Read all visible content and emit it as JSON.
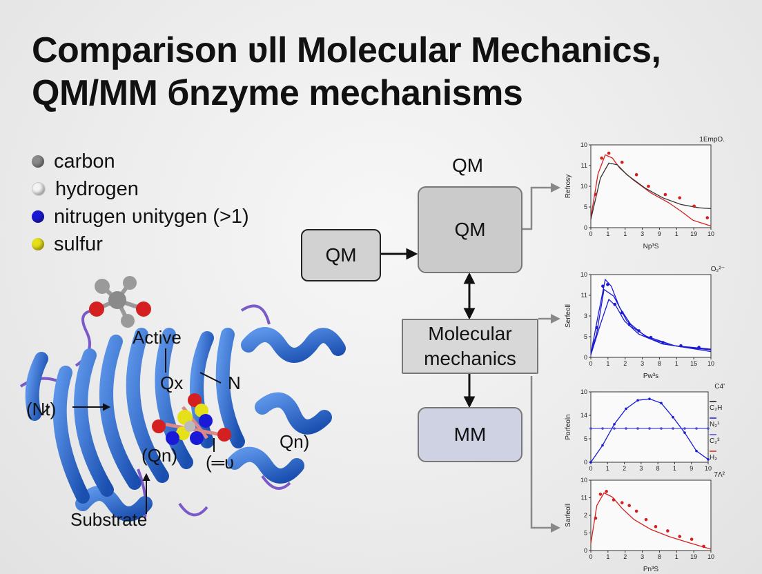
{
  "title_line1": "Comparison ʋll Molecular Mechanics,",
  "title_line2": "QM/MM бnzyme mechanisms",
  "legend": [
    {
      "label": "carbon",
      "color": "#8a8a8a"
    },
    {
      "label": "hydrogen",
      "color": "#f4f4f4"
    },
    {
      "label": "nitrugen ʋnitygen (>1)",
      "color": "#1a1ad6"
    },
    {
      "label": "sulfur",
      "color": "#e6e01a"
    }
  ],
  "protein_labels": {
    "active": "Active",
    "qx": "Qx",
    "n": "N",
    "nt": "(N̷t)",
    "qn_left": "(Qn)",
    "qn_right": "Qn)",
    "ha": "(═ʋ",
    "substrate": "Substrate"
  },
  "flow": {
    "qm_top_label": "QM",
    "qm_center": "QM",
    "qm_left": "QM",
    "mm_box": "Molecular mechanics",
    "mm_bottom": "MM"
  },
  "chart_data": [
    {
      "type": "line",
      "title": "1EmpO.",
      "xlabel": "Np³S",
      "ylabel": "Refrosy",
      "xticks": [
        "0",
        "1",
        "1",
        "3",
        "9",
        "1",
        "19",
        "10"
      ],
      "yticks": [
        "0",
        "5",
        "10",
        "11",
        "10"
      ],
      "xlim": [
        0,
        10
      ],
      "ylim": [
        0,
        10
      ],
      "series": [
        {
          "color": "#d42020",
          "x": [
            0,
            0.6,
            1.2,
            1.8,
            2.4,
            3.5,
            5,
            6.5,
            7.5,
            8.5,
            10
          ],
          "y": [
            1.2,
            6.5,
            8.8,
            8.4,
            7.2,
            5.8,
            4.2,
            3.0,
            2.0,
            0.9,
            0.2
          ]
        },
        {
          "color": "#333333",
          "x": [
            0,
            0.8,
            1.5,
            2.2,
            3,
            4.5,
            6,
            7.5,
            9,
            10
          ],
          "y": [
            1,
            6,
            7.8,
            7.6,
            6.4,
            4.8,
            3.6,
            2.8,
            2.4,
            2.3
          ]
        }
      ],
      "markers": {
        "color": "#d42020",
        "x": [
          0.4,
          0.9,
          1.5,
          2.6,
          3.8,
          4.8,
          6.2,
          7.4,
          8.6,
          9.7
        ],
        "y": [
          4,
          8.4,
          9,
          7.9,
          6.4,
          5,
          4,
          3.6,
          2.6,
          1.2
        ]
      }
    },
    {
      "type": "line",
      "title": "O₂²⁻",
      "xlabel": "Pw³s",
      "ylabel": "Serfeoll",
      "xticks": [
        "0",
        "1",
        "2",
        "3",
        "8",
        "1",
        "15",
        "10"
      ],
      "yticks": [
        "0",
        "5",
        "3",
        "11",
        "10"
      ],
      "xlim": [
        0,
        10
      ],
      "ylim": [
        0,
        10
      ],
      "series": [
        {
          "color": "#1a1ad6",
          "x": [
            0,
            0.6,
            1.2,
            1.7,
            2.4,
            3.5,
            5,
            7,
            10
          ],
          "y": [
            0.4,
            5,
            9.4,
            8.6,
            6,
            3.6,
            2.2,
            1.4,
            1
          ]
        },
        {
          "color": "#1a1ad6",
          "x": [
            0,
            0.8,
            1.5,
            2.1,
            2.8,
            4,
            6,
            8,
            10
          ],
          "y": [
            0.3,
            4,
            7,
            6.2,
            4.4,
            2.8,
            1.6,
            1.2,
            0.9
          ]
        },
        {
          "color": "#1a1ad6",
          "x": [
            0,
            0.5,
            1.1,
            1.9,
            3,
            4.5,
            7,
            10
          ],
          "y": [
            0.5,
            3,
            8.2,
            7.4,
            4.4,
            2.6,
            1.4,
            0.7
          ]
        }
      ],
      "markers": {
        "color": "#1a1ad6",
        "x": [
          0.5,
          1,
          1.4,
          2,
          2.6,
          3.2,
          4,
          5,
          6,
          7.5,
          9
        ],
        "y": [
          3.6,
          8.6,
          8.8,
          6.4,
          5.4,
          4,
          3.2,
          2.4,
          1.8,
          1.4,
          1.2
        ]
      }
    },
    {
      "type": "line",
      "title": "C4'",
      "xlabel": "",
      "ylabel": "Porfeoln",
      "xticks": [
        "0",
        "1",
        "2",
        "3",
        "8",
        "1",
        "9",
        "10"
      ],
      "yticks": [
        "0",
        "5",
        "14",
        "10"
      ],
      "xlim": [
        0,
        10
      ],
      "ylim": [
        0,
        10
      ],
      "legend": [
        "C₂H",
        "N₂¹",
        "C₂³",
        "H₂"
      ],
      "series": [
        {
          "name": "C₂H",
          "color": "#111111",
          "x": [
            0
          ],
          "y": [
            0
          ]
        },
        {
          "name": "N₂¹",
          "color": "#1a1ad6",
          "x": [
            0,
            1,
            2,
            3,
            4,
            5,
            6,
            7,
            8,
            9,
            10
          ],
          "y": [
            0,
            2.4,
            5.4,
            7.6,
            8.8,
            9,
            8.4,
            6.4,
            4.2,
            1.6,
            0.4
          ]
        },
        {
          "name": "C₂³",
          "color": "#4a4ad6",
          "x": [
            0,
            1,
            2,
            3,
            4,
            5,
            6,
            7,
            8,
            9,
            10
          ],
          "y": [
            4.8,
            4.8,
            4.8,
            4.8,
            4.8,
            4.8,
            4.8,
            4.8,
            4.8,
            4.8,
            4.8
          ]
        },
        {
          "name": "H₂",
          "color": "#d42020",
          "x": [
            0
          ],
          "y": [
            0
          ]
        }
      ]
    },
    {
      "type": "line",
      "title": "7Ʌ²",
      "xlabel": "Pn³S",
      "ylabel": "Sarfeoll",
      "xticks": [
        "0",
        "1",
        "2",
        "3",
        "8",
        "1",
        "19",
        "10"
      ],
      "yticks": [
        "0",
        "5",
        "2",
        "11",
        "10"
      ],
      "xlim": [
        0,
        10
      ],
      "ylim": [
        0,
        10
      ],
      "series": [
        {
          "color": "#d42020",
          "x": [
            0,
            0.5,
            1.1,
            1.8,
            2.6,
            3.6,
            5,
            6.5,
            8,
            10
          ],
          "y": [
            1,
            6.4,
            8.2,
            7.6,
            6,
            4.4,
            3,
            2,
            1.2,
            0.2
          ]
        }
      ],
      "markers": {
        "color": "#d42020",
        "x": [
          0.4,
          0.8,
          1.3,
          1.9,
          2.6,
          3.2,
          3.8,
          4.6,
          5.4,
          6.4,
          7.4,
          8.4,
          9.4
        ],
        "y": [
          4.6,
          8,
          8.4,
          7.2,
          6.8,
          6.4,
          5.6,
          4.4,
          3.4,
          2.8,
          2,
          1.6,
          0.6
        ]
      }
    }
  ]
}
